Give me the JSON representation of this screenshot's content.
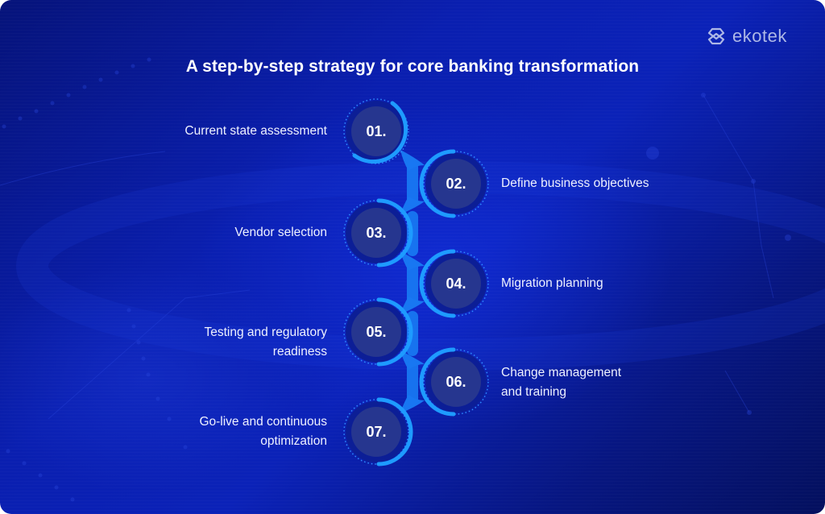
{
  "brand": {
    "logo_icon": "ekotek-logo-icon",
    "name": "ekotek"
  },
  "title": "A step-by-step strategy for core banking transformation",
  "colors": {
    "background": "#0a1fb0",
    "ring_accent": "#1e9bff",
    "disc": "#26368f",
    "text": "#ffffff"
  },
  "steps": [
    {
      "number": "01.",
      "label_lines": [
        "Current state assessment"
      ],
      "side": "left"
    },
    {
      "number": "02.",
      "label_lines": [
        "Define business objectives"
      ],
      "side": "right"
    },
    {
      "number": "03.",
      "label_lines": [
        "Vendor selection"
      ],
      "side": "left"
    },
    {
      "number": "04.",
      "label_lines": [
        "Migration planning"
      ],
      "side": "right"
    },
    {
      "number": "05.",
      "label_lines": [
        "Testing and regulatory",
        "readiness"
      ],
      "side": "left"
    },
    {
      "number": "06.",
      "label_lines": [
        "Change management",
        "and training"
      ],
      "side": "right"
    },
    {
      "number": "07.",
      "label_lines": [
        "Go-live and continuous",
        "optimization"
      ],
      "side": "left"
    }
  ]
}
